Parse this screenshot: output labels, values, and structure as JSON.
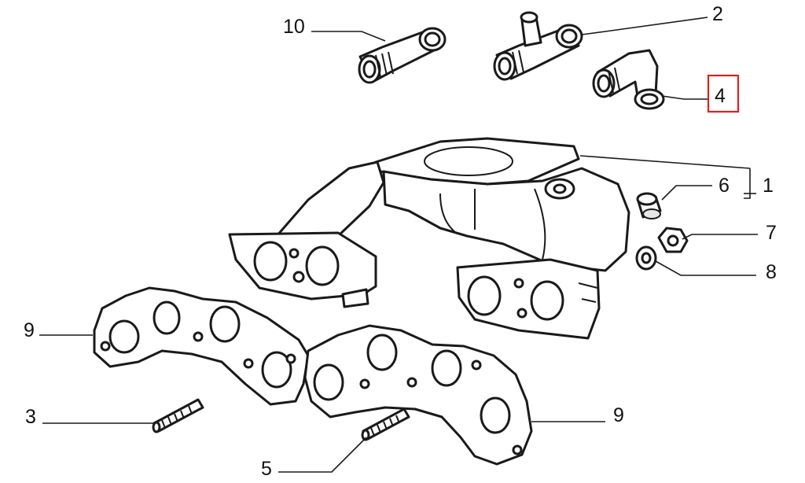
{
  "callouts": [
    {
      "id": "10",
      "label": "10"
    },
    {
      "id": "2",
      "label": "2"
    },
    {
      "id": "4",
      "label": "4",
      "highlighted": true
    },
    {
      "id": "6",
      "label": "6"
    },
    {
      "id": "1",
      "label": "1"
    },
    {
      "id": "7",
      "label": "7"
    },
    {
      "id": "8",
      "label": "8"
    },
    {
      "id": "9a",
      "label": "9"
    },
    {
      "id": "9b",
      "label": "9"
    },
    {
      "id": "3",
      "label": "3"
    },
    {
      "id": "5",
      "label": "5"
    }
  ],
  "colors": {
    "line": "#1a1a1a",
    "highlight": "#e02020",
    "background": "#ffffff"
  }
}
